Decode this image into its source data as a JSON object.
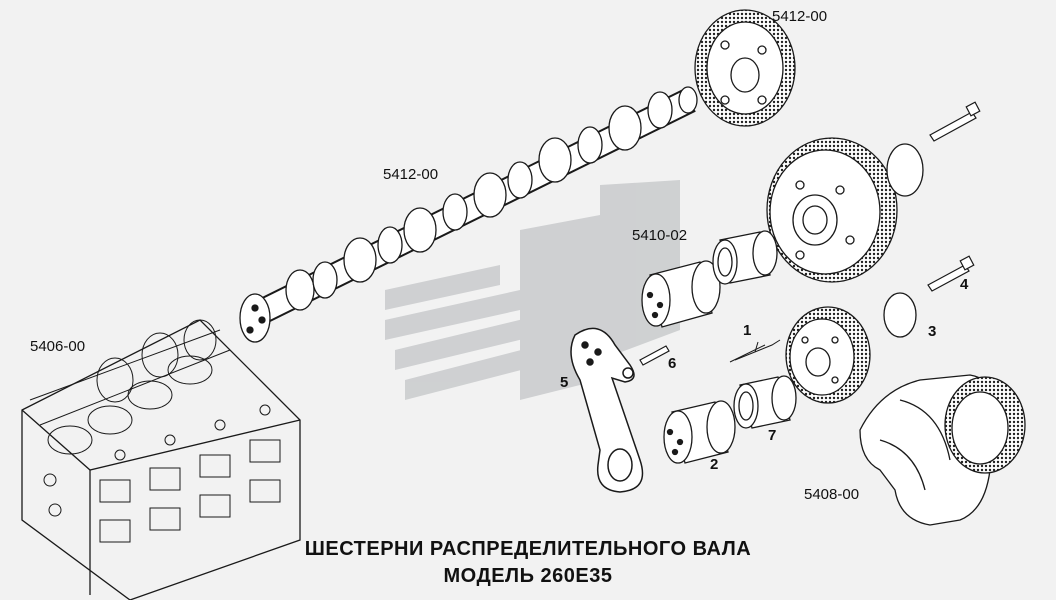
{
  "labels": {
    "top_gear": "5412-00",
    "camshaft": "5412-00",
    "bushing_group": "5410-02",
    "block": "5406-00",
    "crankshaft": "5408-00",
    "n1": "1",
    "n2": "2",
    "n3": "3",
    "n4": "4",
    "n5": "5",
    "n6": "6",
    "n7": "7"
  },
  "title": {
    "line1": "ШЕСТЕРНИ РАСПРЕДЕЛИТЕЛЬНОГО ВАЛА",
    "line2": "МОДЕЛЬ 260Е35"
  },
  "colors": {
    "background": "#f2f2f2",
    "line": "#1a1a1a",
    "watermark": "#c9cbcd"
  }
}
